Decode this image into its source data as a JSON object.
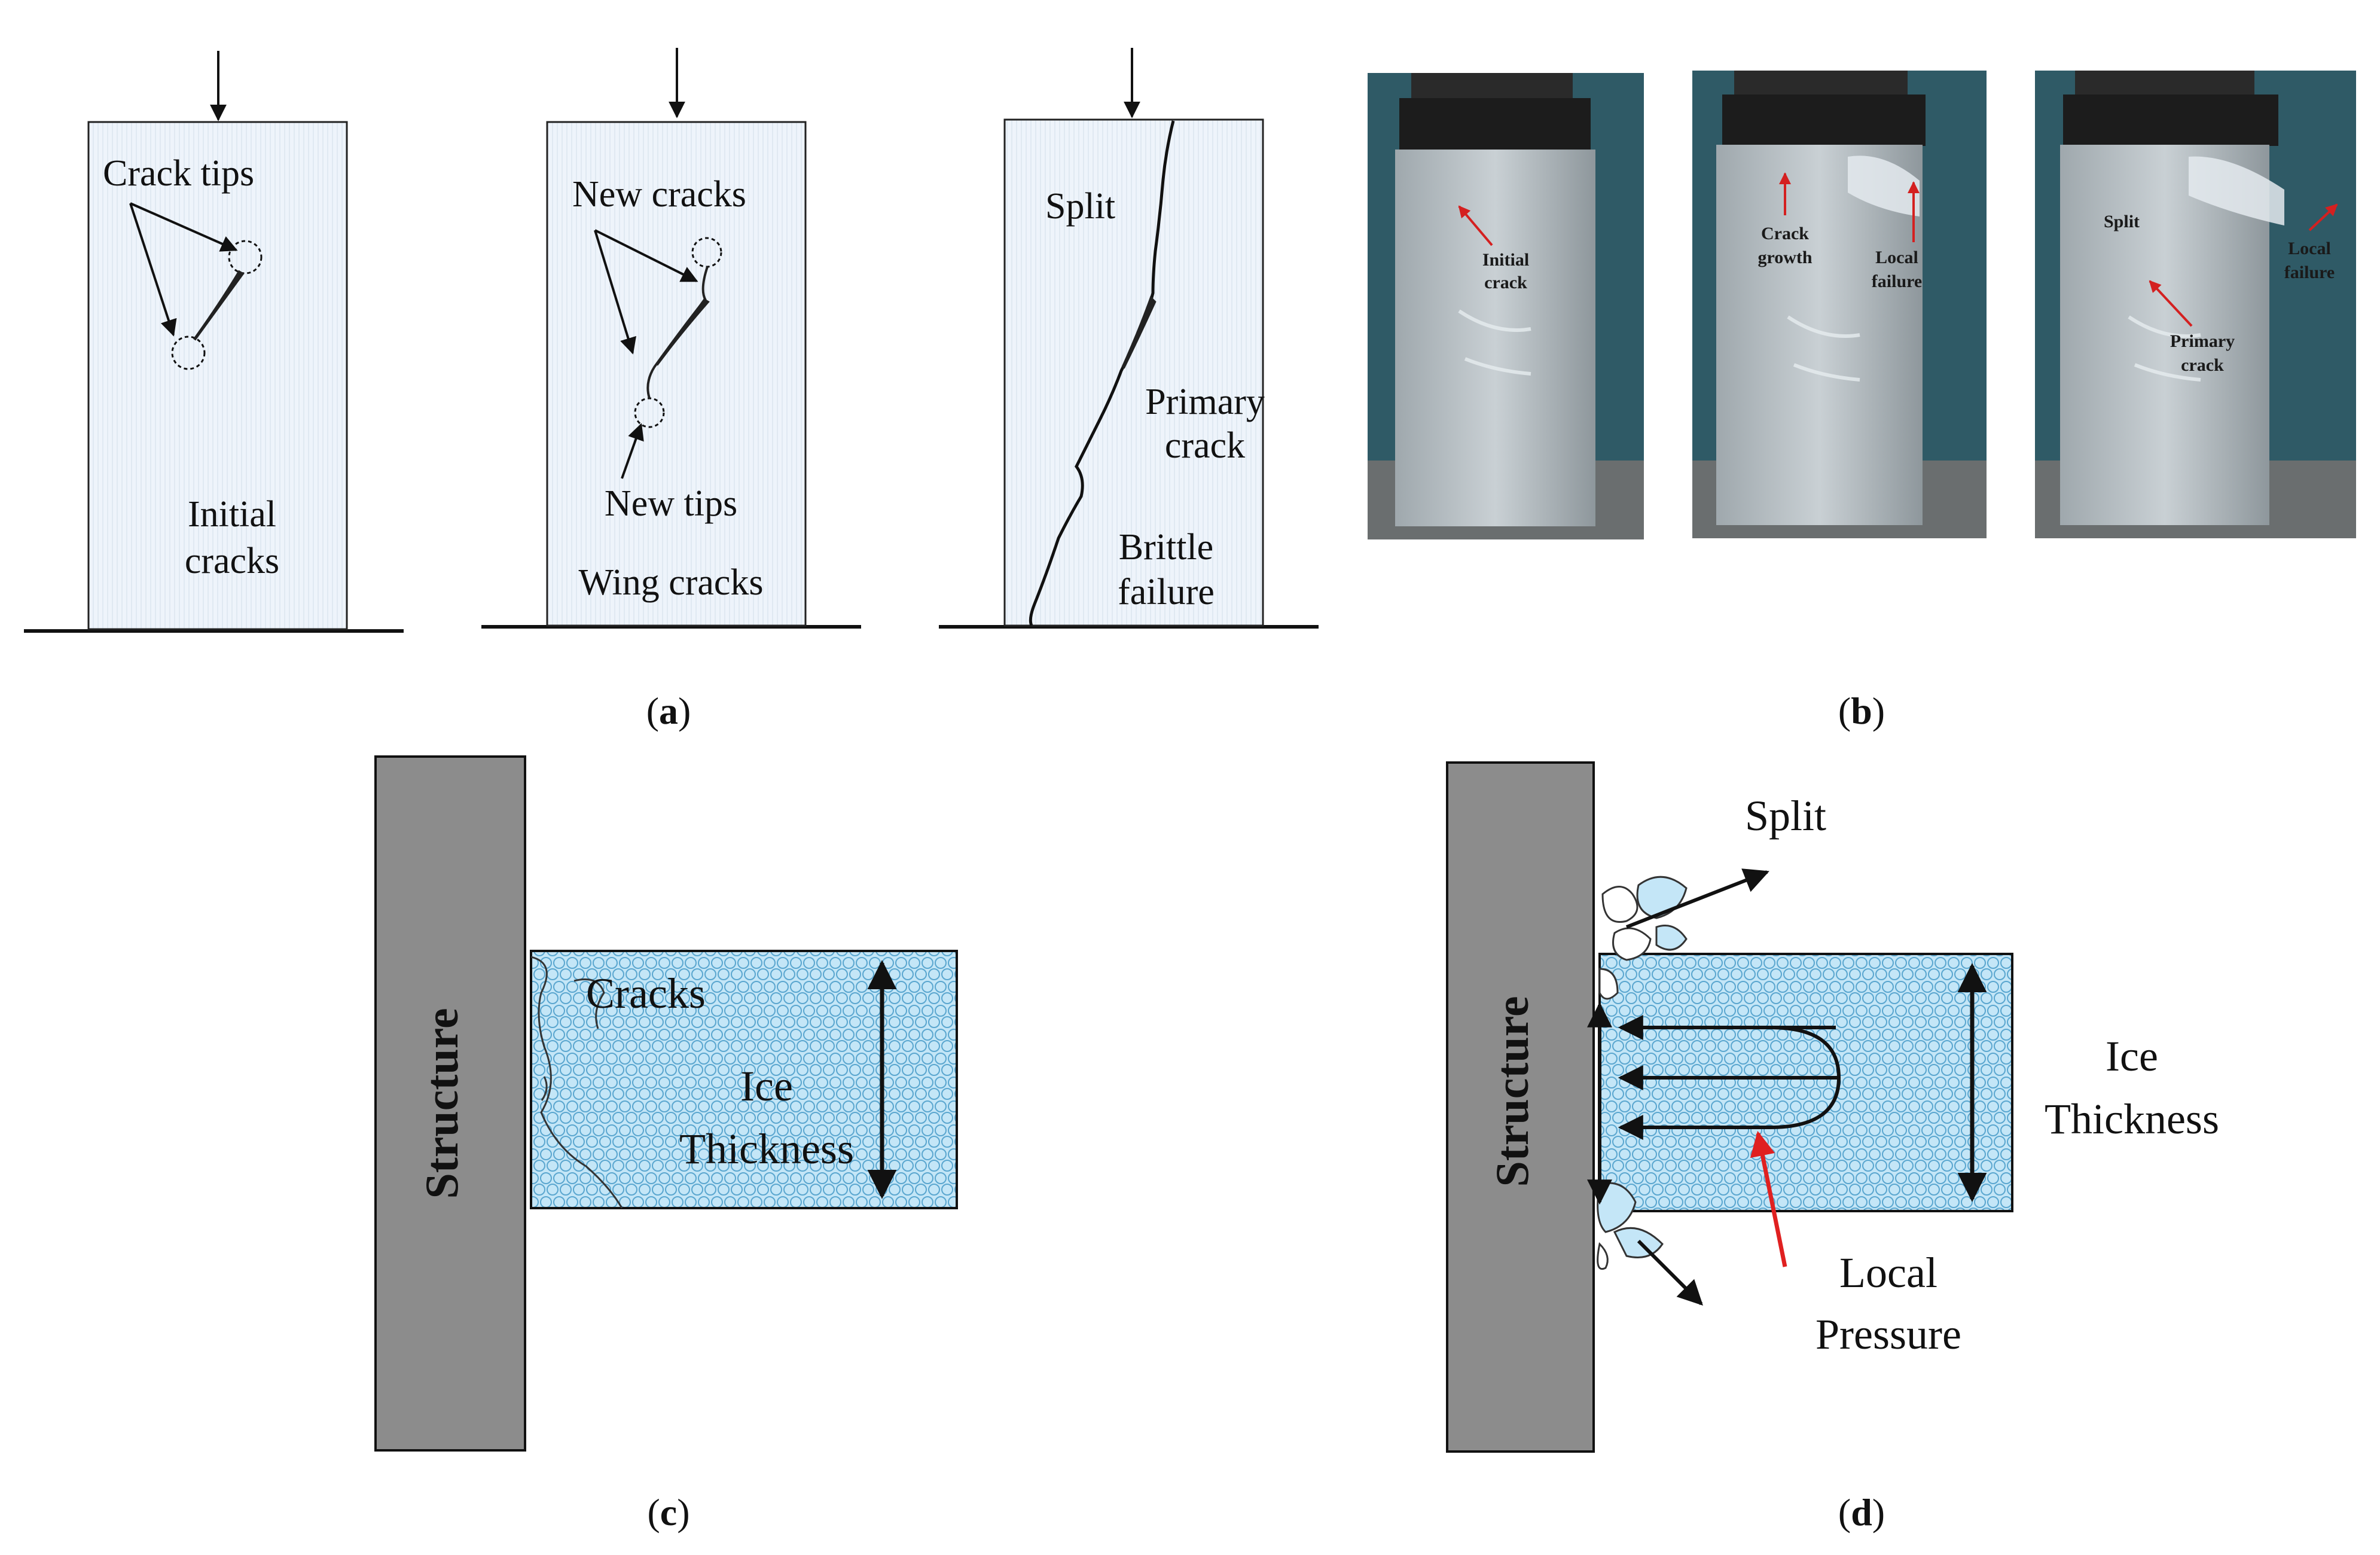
{
  "panel_a": {
    "stage1": {
      "label_tips": "Crack tips",
      "label_bottom_1": "Initial",
      "label_bottom_2": "cracks"
    },
    "stage2": {
      "label_top": "New cracks",
      "label_tips": "New tips",
      "label_bottom": "Wing cracks"
    },
    "stage3": {
      "label_split": "Split",
      "label_primary_1": "Primary",
      "label_primary_2": "crack",
      "label_brittle_1": "Brittle",
      "label_brittle_2": "failure"
    }
  },
  "panel_b": {
    "photo1": {
      "label_1": "Initial",
      "label_2": "crack"
    },
    "photo2": {
      "label_a1": "Crack",
      "label_a2": "growth",
      "label_b1": "Local",
      "label_b2": "failure"
    },
    "photo3": {
      "label_split": "Split",
      "label_local_1": "Local",
      "label_local_2": "failure",
      "label_primary_1": "Primary",
      "label_primary_2": "crack"
    }
  },
  "panel_c": {
    "structure": "Structure",
    "cracks": "Cracks",
    "ice_1": "Ice",
    "ice_2": "Thickness"
  },
  "panel_d": {
    "structure": "Structure",
    "split": "Split",
    "ice_1": "Ice",
    "ice_2": "Thickness",
    "pressure_1": "Local",
    "pressure_2": "Pressure"
  },
  "captions": {
    "a": "a",
    "b": "b",
    "c": "c",
    "d": "d"
  },
  "colors": {
    "specimen_fill": "#eef4fb",
    "structure_fill": "#8c8c8c",
    "ice_fill": "#bfe3f5",
    "ice_pattern": "#5aa6cf",
    "pressure_arrow": "#e02020",
    "photo_annotation": "#d42020",
    "photo_background": "#2f5a66"
  }
}
